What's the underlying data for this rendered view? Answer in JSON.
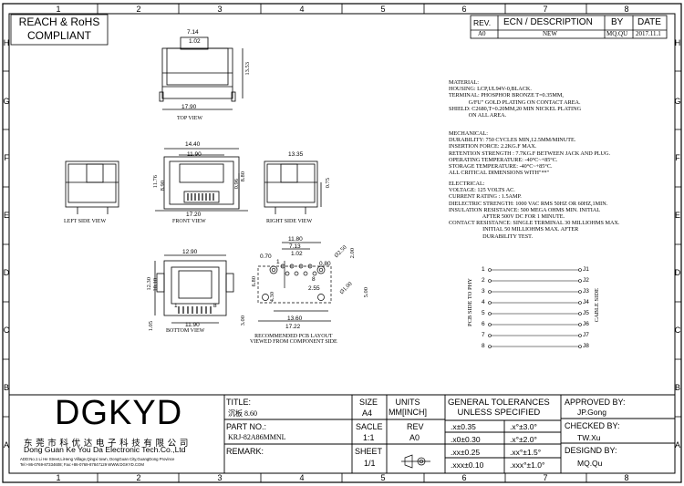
{
  "compliance": "REACH & RoHS\nCOMPLIANT",
  "zones": {
    "columns": [
      "1",
      "2",
      "3",
      "4",
      "5",
      "6",
      "7",
      "8"
    ],
    "rows": [
      "H",
      "G",
      "F",
      "E",
      "D",
      "C",
      "B",
      "A"
    ]
  },
  "revision": {
    "headers": [
      "REV.",
      "ECN / DESCRIPTION",
      "BY",
      "DATE"
    ],
    "row": [
      "A0",
      "NEW",
      "MQ.QU",
      "2017.11.1"
    ]
  },
  "notes": {
    "material": "MATERIAL:\nHOUSING: LCP,UL94V-0,BLACK.\nTERMINAL: PHOSPHOR BRONZE T=0.35MM,\n              G/FU\" GOLD PLATING ON CONTACT AREA.\nSHIELD: C2680,T=0.20MM,20 MIN NICKEL PLATING\n              ON ALL AREA.",
    "mechanical": "MECHANICAL:\nDURABILITY: 750 CYCLES MIN,12.5MM/MINUTE.\nINSERTION FORCE: 2.2KG.F MAX.\nRETENTION STRENGTH : 7.7KG.F BETWEEN JACK AND PLUG.\nOPERATING TEMPERATURE: -40°C~+85°C.\nSTORAGE TEMPERATURE: -40°C~+85°C.\nALL CRITICAL DIMENSIONS WITH\"**\"",
    "electrical": "ELECTRICAL:\nVOLTAGE: 125 VOLTS AC.\nCURRENT RATING : 1.5AMP.\nDIELECTRIC STRENGTH: 1000 VAC RMS 50HZ OR 60HZ,1MIN.\nINSULATION RESISTANCE: 500 MEGA OHMS MIN. INITIAL\n                        AFTER 500V DC FOR 1 MINUTE.\nCONTACT RESISTANCE: SINGLE TERMINAL 30 MILLIOHMS MAX.\n                        INITIAL 50 MILLIOHMS MAX. AFTER\n                        DURABILITY TEST."
  },
  "views": {
    "top": "TOP VIEW",
    "left": "LEFT SIDE VIEW",
    "front": "FRONT VIEW",
    "right": "RIGHT SIDE VIEW",
    "bottom": "BOTTOM VIEW",
    "pcb": "RECOMMENDED PCB LAYOUT\nVIEWED FROM COMPONENT SIDE"
  },
  "dims": {
    "top_714": "7.14",
    "top_102": "1.02",
    "top_1353": "13.53",
    "top_1790": "17.90",
    "front_1440": "14.40",
    "front_1190": "11.90",
    "front_1720": "17.20",
    "front_1176": "11.76",
    "front_890": "8.90",
    "front_096": "0.96",
    "front_880": "8.80",
    "right_1335": "13.35",
    "right_075": "0.75",
    "bot_1290": "12.90",
    "bot_1230": "12.30",
    "bot_1010": "10.10",
    "bot_1190": "11.90",
    "bot_105": "1.05",
    "bot_1": "1",
    "bot_8": "8",
    "pcb_1180": "11.80",
    "pcb_713": "7.13",
    "pcb_102": "1.02",
    "pcb_070": "0.70",
    "pcb_080": "0.80",
    "pcb_680": "6.80",
    "pcb_430": "4.30",
    "pcb_300": "3.00",
    "pcb_255": "2.55",
    "pcb_1360": "13.60",
    "pcb_1722": "17.22",
    "pcb_200": "2.00",
    "pcb_d250": "Ø2.50",
    "pcb_d100": "Ø1.00",
    "pcb_500": "5.00",
    "pcb_1": "1",
    "pcb_8": "8"
  },
  "schematic": {
    "left_label": "PCB SIDE TO PHY",
    "right_label": "CABLE SIDE",
    "left_pins": [
      "1",
      "2",
      "3",
      "4",
      "5",
      "6",
      "7",
      "8"
    ],
    "right_pins": [
      "J1",
      "J2",
      "J3",
      "J4",
      "J5",
      "J6",
      "J7",
      "J8"
    ]
  },
  "company": {
    "logo": "DGKYD",
    "cn_name": "东 莞 市 科 优 达 电 子 科 技 有 限 公 司",
    "en_name": "Dong Guan Ke You Da Electronic Tech.Co.,Ltd",
    "address": "ADD:No.1 Li He Street,LiHeng Village,Qingxi town, DongGuan City,GuangDong Province",
    "contact": "Tel:+86-0769-87334608; Fax:+86-0769-87847129  WWW.DGKYD.COM"
  },
  "titleblock": {
    "title_label": "TITLE:",
    "title_value": "沉板 8.60",
    "part_label": "PART NO.:",
    "part_value": "KRJ-82A86MMNL",
    "remark_label": "REMARK:",
    "size_label": "SIZE",
    "size_value": "A4",
    "units_label": "UNITS\nMM[INCH]",
    "scale_label": "SACLE",
    "scale_value": "1:1",
    "rev_label": "REV",
    "rev_value": "A0",
    "sheet_label": "SHEET",
    "sheet_value": "1/1",
    "tol_label": "GENERAL TOLERANCES\nUNLESS SPECIFIED",
    "tol": [
      ".x±0.35",
      ".x°±3.0°",
      ".x0±0.30",
      ".x°±2.0°",
      ".xx±0.25",
      ".xx°±1.5°",
      ".xxx±0.10",
      ".xxx°±1.0°"
    ],
    "approved_label": "APPROVED BY:",
    "approved_value": "JP.Gong",
    "checked_label": "CHECKED BY:",
    "checked_value": "TW.Xu",
    "designed_label": "DESIGND BY:",
    "designed_value": "MQ.Qu"
  }
}
